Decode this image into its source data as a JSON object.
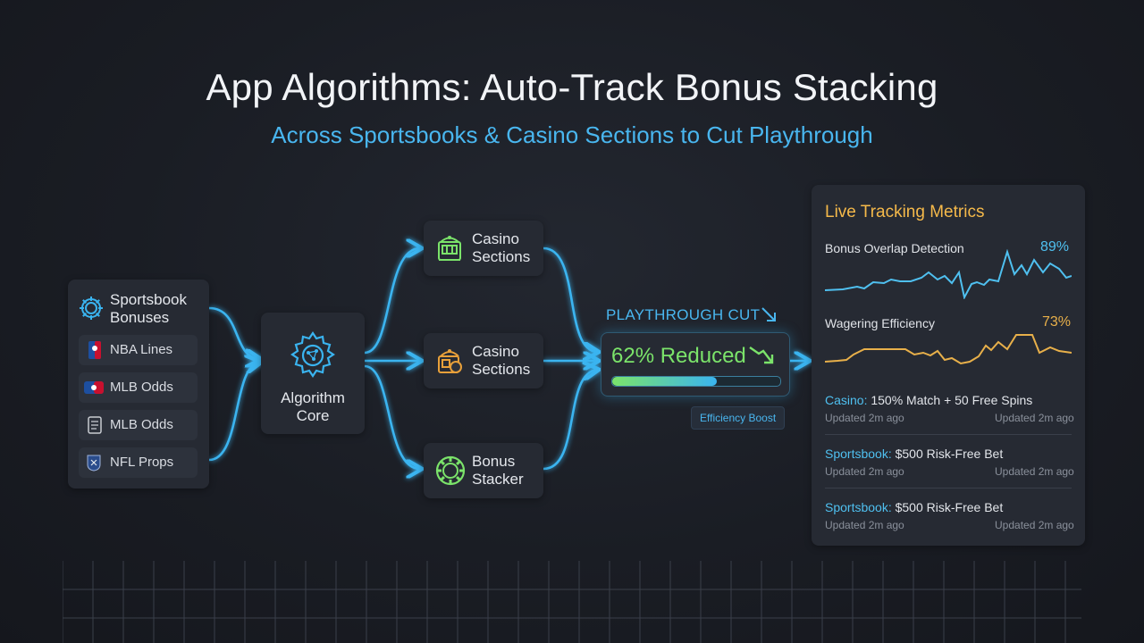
{
  "header": {
    "title": "App Algorithms: Auto-Track Bonus Stacking",
    "subtitle": "Across Sportsbooks & Casino Sections to Cut Playthrough"
  },
  "sources": {
    "heading_line1": "Sportsbook",
    "heading_line2": "Bonuses",
    "items": [
      {
        "label": "NBA Lines",
        "icon": "basketball-league-icon"
      },
      {
        "label": "MLB Odds",
        "icon": "baseball-league-icon"
      },
      {
        "label": "MLB Odds",
        "icon": "document-icon"
      },
      {
        "label": "NFL Props",
        "icon": "football-league-icon"
      }
    ]
  },
  "core": {
    "line1": "Algorithm",
    "line2": "Core",
    "icon": "gear-network-icon"
  },
  "branches": [
    {
      "line1": "Casino",
      "line2": "Sections",
      "icon": "slot-machine-icon"
    },
    {
      "line1": "Casino",
      "line2": "Sections",
      "icon": "casino-chips-icon"
    },
    {
      "line1": "Bonus",
      "line2": "Stacker",
      "icon": "poker-chip-icon"
    }
  ],
  "playthrough": {
    "label": "PLAYTHROUGH CUT",
    "value_text": "62% Reduced",
    "progress": 0.62,
    "badge": "Efficiency Boost"
  },
  "metrics": {
    "title": "Live Tracking Metrics",
    "items": [
      {
        "name": "Bonus Overlap Detection",
        "value": "89%",
        "color": "#4fc0f0"
      },
      {
        "name": "Wagering Efficiency",
        "value": "73%",
        "color": "#e8b04a"
      }
    ],
    "feed": [
      {
        "key": "Casino:",
        "text": " 150% Match + 50 Free Spins",
        "left_meta": "Updated 2m ago",
        "right_meta": "Updated 2m ago"
      },
      {
        "key": "Sportsbook:",
        "text": " $500 Risk-Free Bet",
        "left_meta": "Updated 2m ago",
        "right_meta": "Updated 2m ago"
      },
      {
        "key": "Sportsbook:",
        "text": " $500 Risk-Free Bet",
        "left_meta": "Updated 2m ago",
        "right_meta": "Updated 2m ago"
      }
    ]
  },
  "colors": {
    "wire": "#3ab4f0",
    "accent_green": "#7be36a",
    "accent_gold": "#f5b94a",
    "accent_blue": "#49b6ef"
  }
}
